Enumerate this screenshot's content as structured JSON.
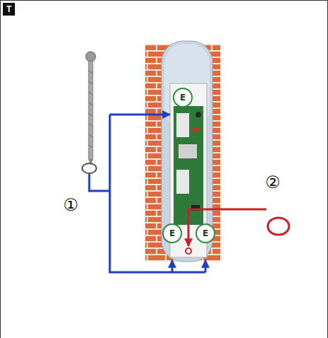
{
  "diagram": {
    "nodes": [
      {
        "text": [
          "E"
        ]
      },
      {
        "text": [
          "E"
        ]
      },
      {
        "text": [
          "E"
        ]
      }
    ],
    "labels": [
      "T",
      "①",
      "②"
    ]
  }
}
